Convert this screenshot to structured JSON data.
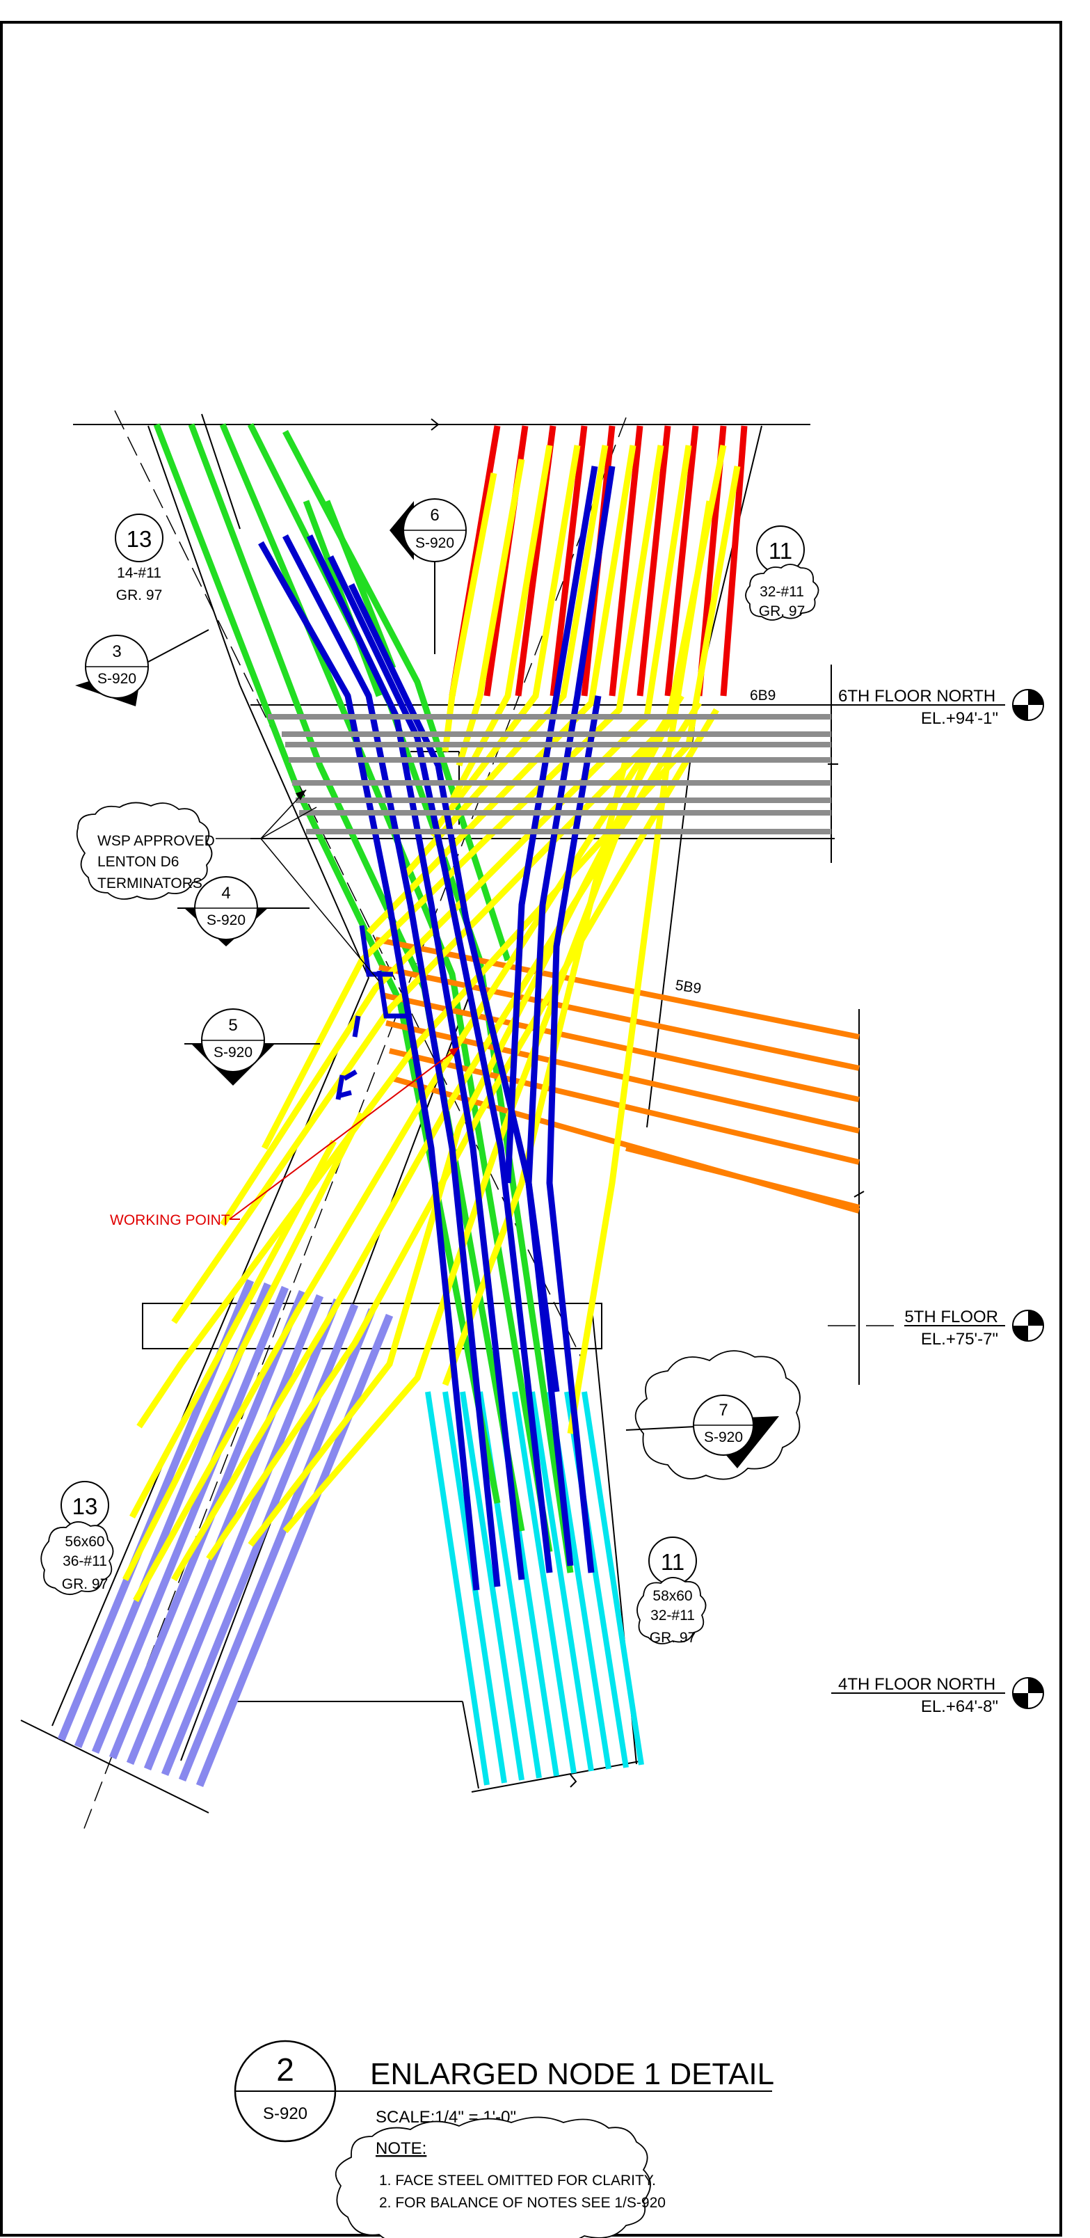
{
  "colors": {
    "green": "#22dd22",
    "red": "#ee0000",
    "yellow": "#ffff00",
    "blue": "#0000cc",
    "orange": "#ff7f00",
    "gray": "#8c8c8c",
    "lavender": "#8888ee",
    "cyan": "#00e5ee",
    "working_point": "#e00000"
  },
  "callouts": {
    "c6": {
      "num": "6",
      "sheet": "S-920"
    },
    "c3": {
      "num": "3",
      "sheet": "S-920"
    },
    "c4": {
      "num": "4",
      "sheet": "S-920"
    },
    "c5": {
      "num": "5",
      "sheet": "S-920"
    },
    "c7": {
      "num": "7",
      "sheet": "S-920"
    }
  },
  "columns": {
    "upper_left": {
      "num": "13",
      "line1": "14-#11",
      "line2": "GR. 97"
    },
    "upper_right": {
      "num": "11",
      "line1": "32-#11",
      "line2": "GR. 97"
    },
    "lower_left": {
      "num": "13",
      "line1": "56x60",
      "line2": "36-#11",
      "line3": "GR. 97"
    },
    "lower_right": {
      "num": "11",
      "line1": "58x60",
      "line2": "32-#11",
      "line3": "GR. 97"
    }
  },
  "beams": {
    "upper": "6B9",
    "lower": "5B9"
  },
  "levels": {
    "sixth": {
      "name": "6TH FLOOR NORTH",
      "el": "EL.+94'-1\""
    },
    "fifth": {
      "name": "5TH FLOOR",
      "el": "EL.+75'-7\""
    },
    "fourth": {
      "name": "4TH FLOOR NORTH",
      "el": "EL.+64'-8\""
    }
  },
  "terminators_note": {
    "line1": "WSP APPROVED",
    "line2": "LENTON D6",
    "line3": "TERMINATORS"
  },
  "working_point": "WORKING POINT",
  "title_block": {
    "num": "2",
    "sheet": "S-920",
    "title": "ENLARGED NODE 1 DETAIL",
    "scale_label": "SCALE:",
    "scale_value": "1/4\" = 1'-0\"",
    "note_label": "NOTE:",
    "notes": [
      "1.  FACE STEEL OMITTED FOR CLARITY.",
      "2.  FOR BALANCE OF NOTES SEE 1/S-920"
    ]
  }
}
